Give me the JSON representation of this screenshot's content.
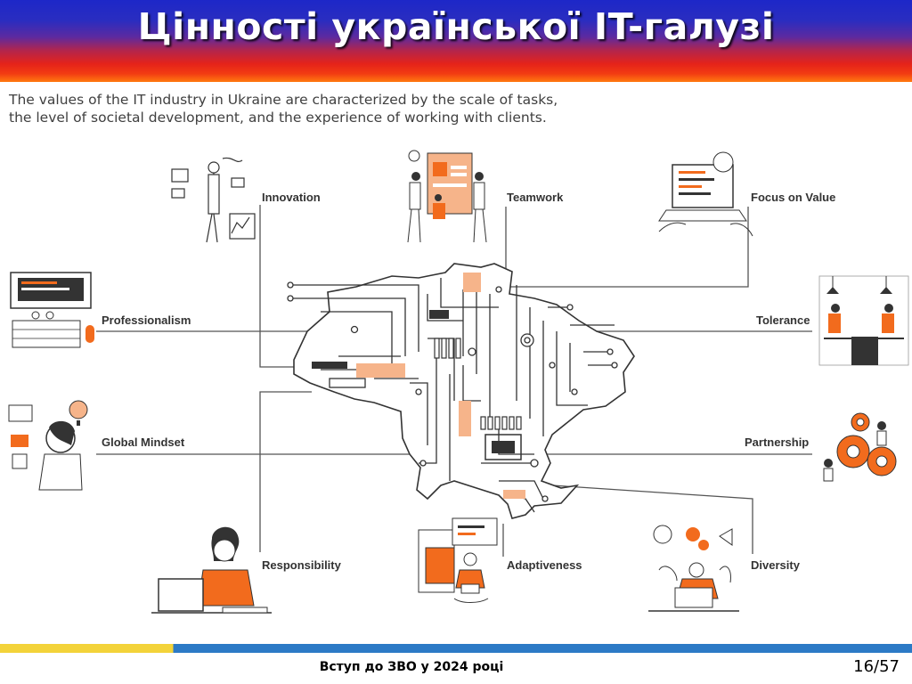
{
  "slide": {
    "title": "Цінності української IT-галузі",
    "intro_lines": [
      "The values of the IT industry in Ukraine are characterized by the scale of tasks,",
      "the level of societal development, and the experience of working with clients."
    ],
    "footer": "Вступ до ЗВО у 2024 році",
    "page_number": "16/57"
  },
  "values": [
    {
      "id": "innovation",
      "label": "Innovation",
      "icon": "scientist-flowchart-icon"
    },
    {
      "id": "teamwork",
      "label": "Teamwork",
      "icon": "team-board-icon"
    },
    {
      "id": "focus",
      "label": "Focus on Value",
      "icon": "laptop-code-icon"
    },
    {
      "id": "professionalism",
      "label": "Professionalism",
      "icon": "computer-keyboard-icon"
    },
    {
      "id": "tolerance",
      "label": "Tolerance",
      "icon": "two-people-desks-icon"
    },
    {
      "id": "global",
      "label": "Global Mindset",
      "icon": "thinking-person-icon"
    },
    {
      "id": "partnership",
      "label": "Partnership",
      "icon": "gears-people-icon"
    },
    {
      "id": "responsibility",
      "label": "Responsibility",
      "icon": "woman-laptop-icon"
    },
    {
      "id": "adaptiveness",
      "label": "Adaptiveness",
      "icon": "man-laptop-cards-icon"
    },
    {
      "id": "diversity",
      "label": "Diversity",
      "icon": "multitask-person-icon"
    }
  ],
  "colors": {
    "accent": "#f26b1d",
    "light_accent": "#f6b48a",
    "line": "#555555"
  }
}
